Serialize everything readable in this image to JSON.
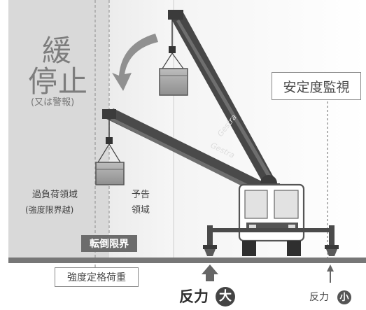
{
  "labels": {
    "slow_stop_line1": "緩",
    "slow_stop_line2": "停止",
    "or_warning": "(又は警報)",
    "stability_monitor": "安定度監視",
    "overload_area_line1": "過負荷領域",
    "overload_area_line2": "(強度限界越)",
    "warning_area_line1": "予告",
    "warning_area_line2": "領域",
    "tipping_limit": "転倒限界",
    "rated_load": "強度定格荷重",
    "reaction_force": "反力",
    "large": "大",
    "small": "小"
  },
  "truck": {
    "boom_text": "Gestra"
  },
  "colors": {
    "overload_zone": "#d9d9d9",
    "crane_body": "#4a4a4a",
    "ground": "#777777",
    "badge": "#6c6c6c"
  }
}
